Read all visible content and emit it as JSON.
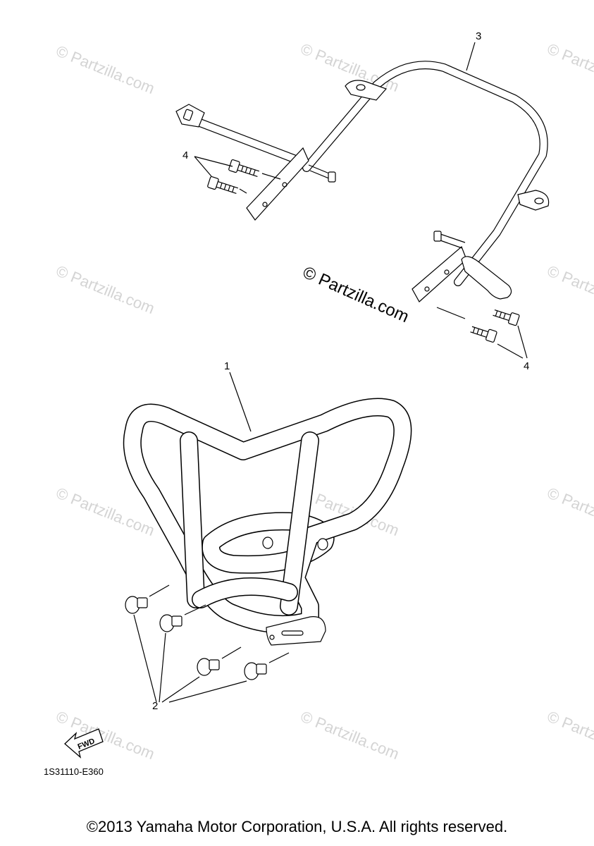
{
  "watermarks": {
    "text": "© Partzilla.com",
    "main_text": "© Partzilla.com"
  },
  "callouts": {
    "c1": "1",
    "c2": "2",
    "c3": "3",
    "c4a": "4",
    "c4b": "4"
  },
  "fwd_label": "FWD",
  "diagram_code": "1S31110-E360",
  "copyright": "©2013 Yamaha Motor Corporation, U.S.A. All rights reserved."
}
